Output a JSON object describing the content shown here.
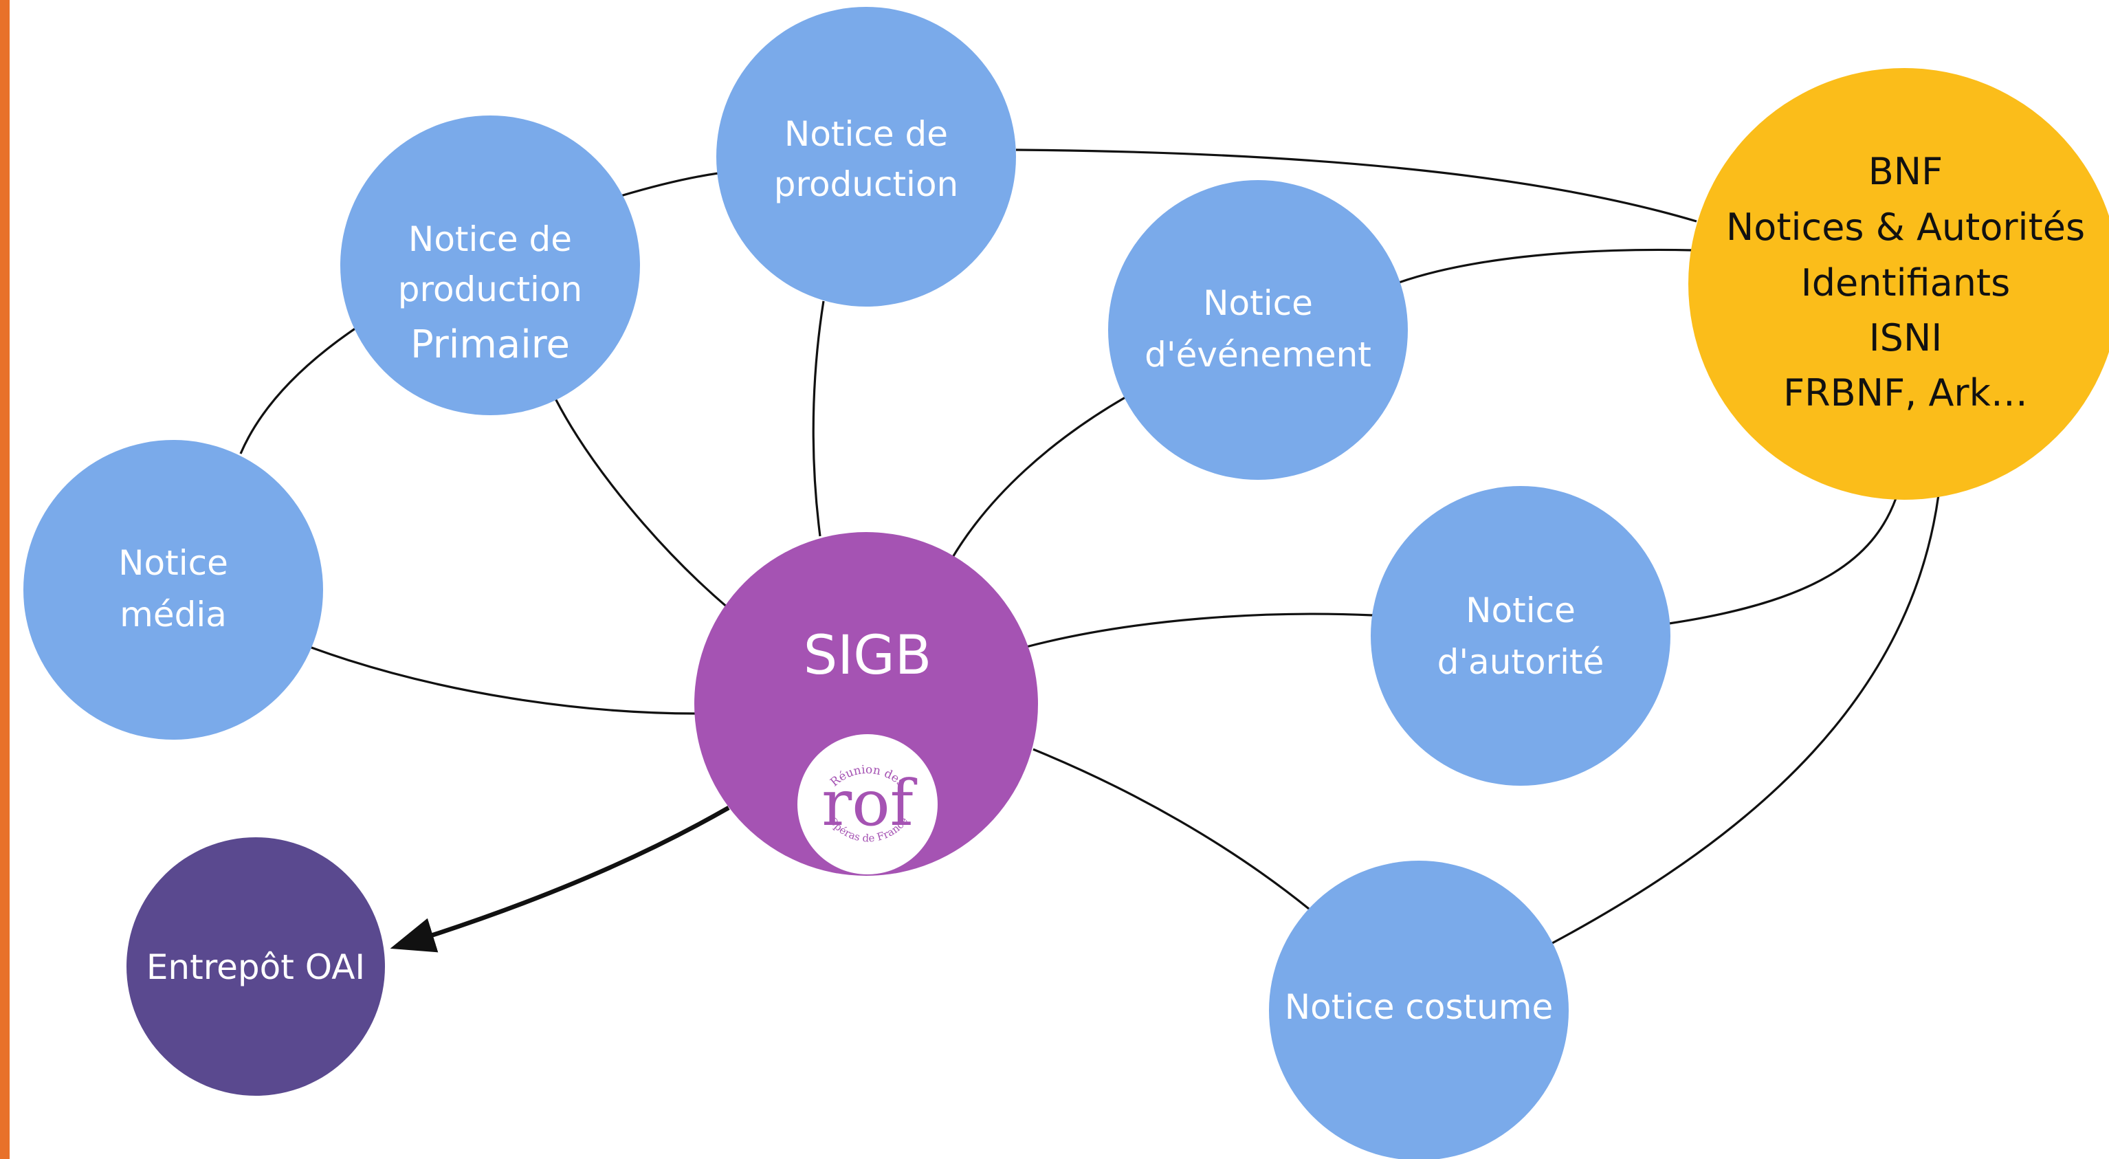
{
  "colors": {
    "left_bar": "#E8712A",
    "notice_node": "#7AAAEA",
    "bnf_node": "#FBBD1A",
    "sigb_node": "#A553B3",
    "oai_node": "#5A498F",
    "edge": "#111111",
    "logo_text": "#A553B3"
  },
  "nodes": {
    "production_primaire": [
      "Notice de",
      "production",
      "Primaire"
    ],
    "production": [
      "Notice de",
      "production"
    ],
    "evenement": [
      "Notice",
      "d'événement"
    ],
    "bnf": [
      "BNF",
      "Notices & Autorités",
      "Identifiants",
      "ISNI",
      "FRBNF, Ark…"
    ],
    "media": [
      "Notice",
      "média"
    ],
    "sigb": "SIGB",
    "autorite": [
      "Notice",
      "d'autorité"
    ],
    "oai": "Entrepôt OAI",
    "costume": "Notice costume"
  },
  "logo": {
    "main": "rof",
    "arc_top": "Réunion des",
    "arc_bottom": "Opéras de France"
  }
}
